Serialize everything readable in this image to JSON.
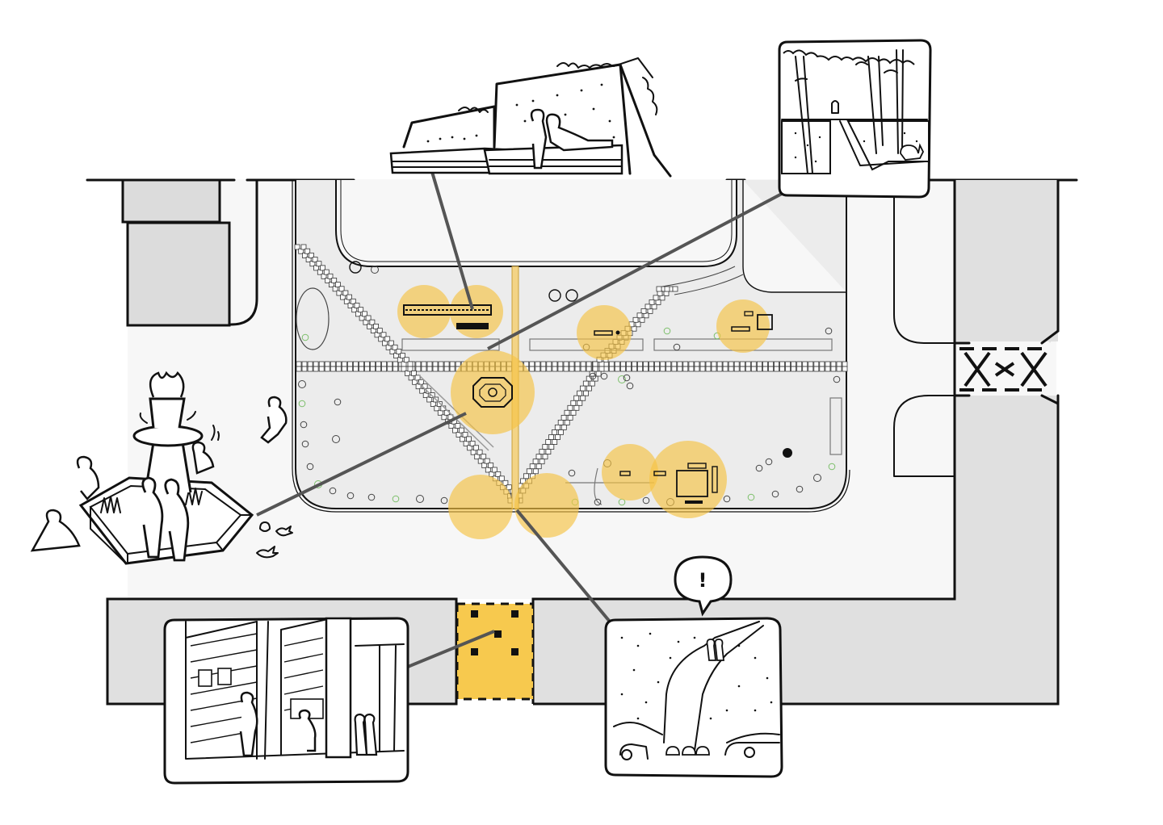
{
  "diagram": {
    "type": "urban-plaza-site-plan",
    "colors": {
      "highlight": "#f6c343",
      "crosswalk": "#f7c94e",
      "plaza": "#ececec",
      "street": "#f7f7f7",
      "building": "#e0e0e0",
      "ink": "#111111"
    },
    "callouts": [
      {
        "name": "callout-bench-sketch",
        "icon": "seating-figures-icon"
      },
      {
        "name": "callout-tree-alley-sketch",
        "icon": "tree-cat-icon"
      },
      {
        "name": "callout-fountain-sketch",
        "icon": "fountain-children-icon"
      },
      {
        "name": "callout-arcade-sketch",
        "icon": "arcade-pedestrians-icon"
      },
      {
        "name": "callout-hill-path-sketch",
        "icon": "couple-on-path-icon"
      }
    ],
    "speech_bubble": {
      "text": "!"
    },
    "hotspots": 9
  }
}
